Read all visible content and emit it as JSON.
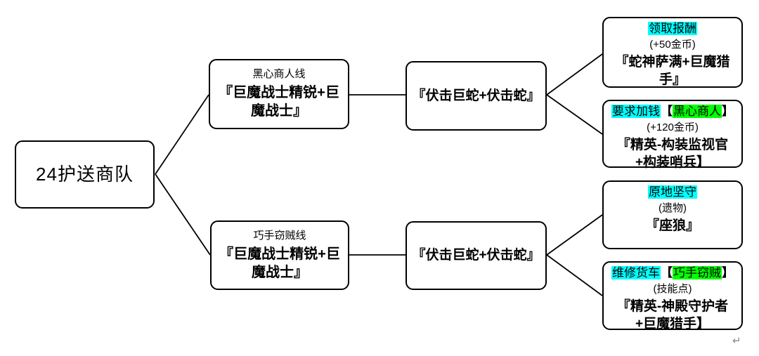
{
  "diagram": {
    "root": {
      "label": "24护送商队"
    },
    "branch_top": {
      "label": "黑心商人线",
      "enemies": "『巨魔战士精锐+巨魔战士』"
    },
    "branch_bottom": {
      "label": "巧手窃贼线",
      "enemies": "『巨魔战士精锐+巨魔战士』"
    },
    "mid_top": {
      "enemies": "『伏击巨蛇+伏击蛇』"
    },
    "mid_bottom": {
      "enemies": "『伏击巨蛇+伏击蛇』"
    },
    "outcome_claim_reward": {
      "action": "领取报酬",
      "reward": "(+50金币)",
      "enemies": "『蛇神萨满+巨魔猎手』"
    },
    "outcome_demand_money": {
      "action": "要求加钱",
      "open_bracket": "【",
      "faction": "黑心商人",
      "close_bracket": "】",
      "reward": "(+120金币)",
      "enemies": "『精英-构装监视官+构装哨兵】"
    },
    "outcome_hold_position": {
      "action": "原地坚守",
      "reward": "(遗物)",
      "enemies": "『座狼』"
    },
    "outcome_repair_wagon": {
      "action": "维修货车",
      "open_bracket": "【",
      "faction": "巧手窃贼",
      "close_bracket": "】",
      "reward": "(技能点)",
      "enemies": "『精英-神殿守护者+巨魔猎手】"
    }
  },
  "colors": {
    "action_highlight": "#00ffff",
    "faction_highlight": "#00ff00",
    "line": "#000000",
    "background": "#ffffff"
  },
  "paragraph_mark": "↵"
}
